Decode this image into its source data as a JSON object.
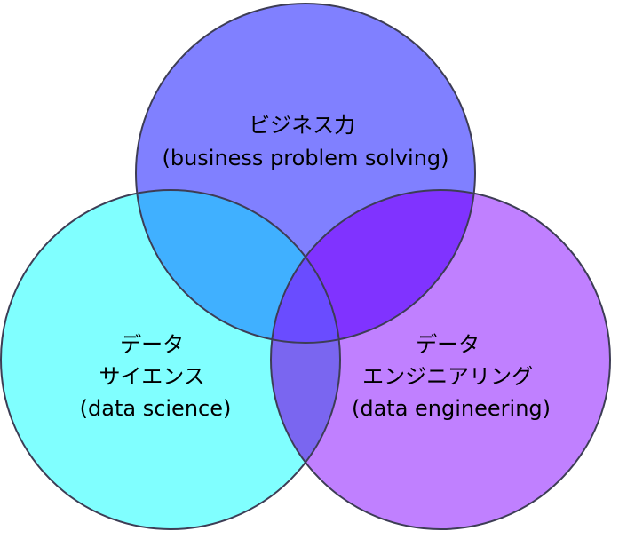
{
  "diagram": {
    "type": "venn",
    "circles": [
      {
        "id": "business",
        "lines": [
          "ビジネス力",
          "(business problem solving)"
        ],
        "color": "#8080ff"
      },
      {
        "id": "data-science",
        "lines": [
          "データ",
          "サイエンス",
          "(data science)"
        ],
        "color": "#80ffff"
      },
      {
        "id": "data-engineering",
        "lines": [
          "データ",
          "エンジニアリング",
          "(data engineering)"
        ],
        "color": "#c080ff"
      }
    ],
    "overlap_colors": {
      "business_and_data_science": "#40b0ff",
      "business_and_data_engineering": "#8033ff",
      "data_science_and_data_engineering": "#7a66f0",
      "center": "#6a4cff"
    },
    "stroke_color": "#3d3d55"
  }
}
